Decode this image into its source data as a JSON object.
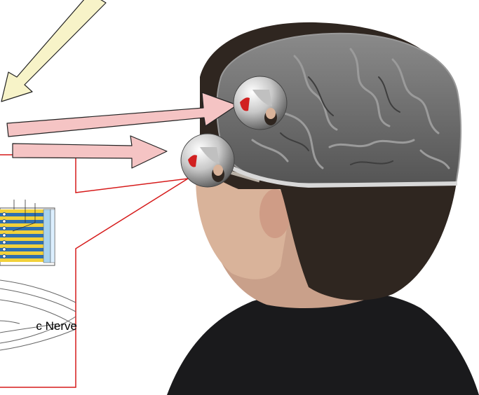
{
  "labels": {
    "nerve": "c Nerve"
  },
  "colors": {
    "yellow_arrow_fill": "#f7f3c8",
    "pink_arrow_fill": "#f5c4c4",
    "callout_outline": "#d61a1a",
    "retina_blue": "#2f6fb0",
    "retina_yellow": "#f2d13a",
    "hair": "#2f2620",
    "skin": "#d9b39a",
    "sweater": "#1a1a1c",
    "brain": "#6c6c6c"
  },
  "icons": [
    "head-photo",
    "brain-image",
    "eye-sphere-icon",
    "retina-diagram",
    "optic-nerve-lines"
  ]
}
